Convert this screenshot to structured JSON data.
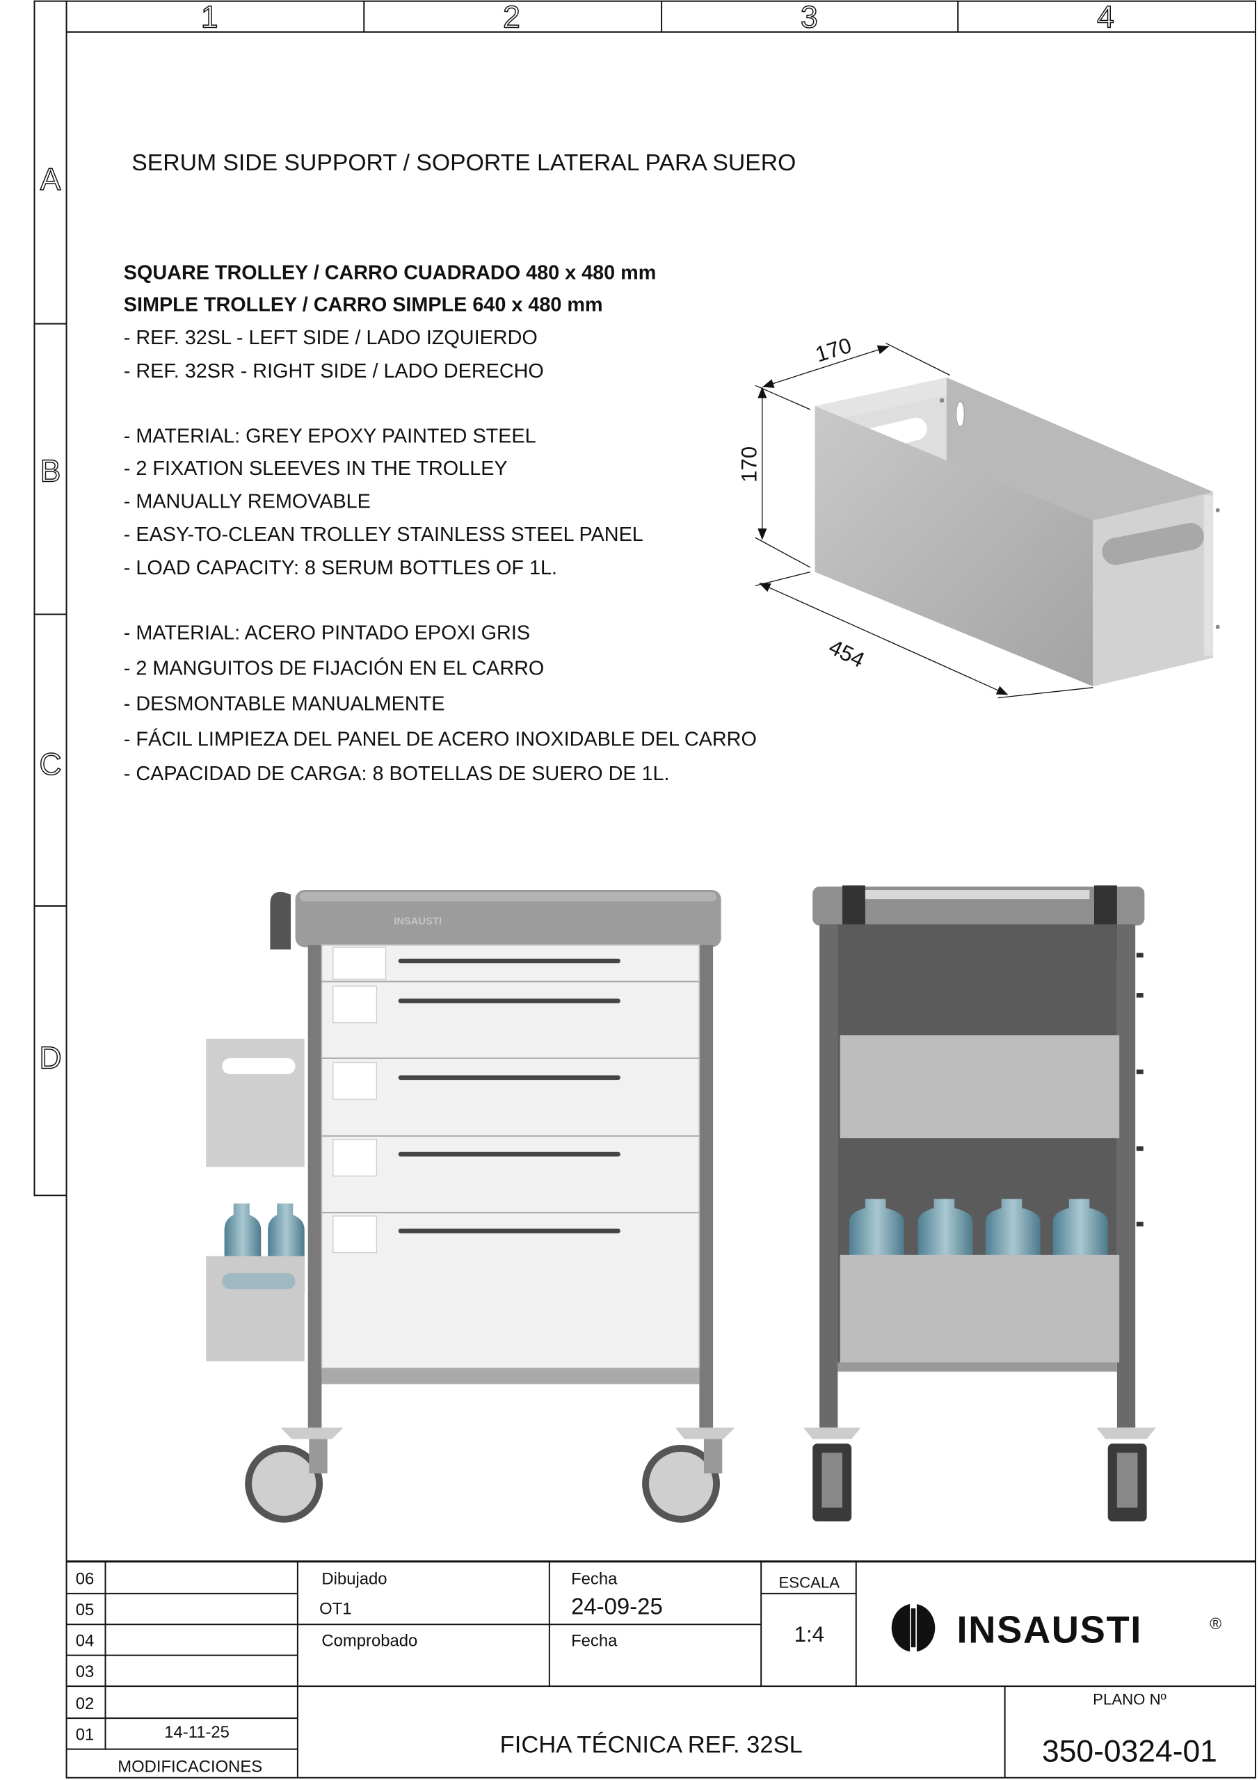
{
  "frame": {
    "columns": [
      "1",
      "2",
      "3",
      "4"
    ],
    "rows": [
      "A",
      "B",
      "C",
      "D"
    ]
  },
  "title": "SERUM SIDE SUPPORT / SOPORTE LATERAL PARA SUERO",
  "specs": {
    "trolleys": [
      "SQUARE TROLLEY / CARRO CUADRADO 480 x 480 mm",
      "SIMPLE TROLLEY / CARRO SIMPLE 640 x 480 mm"
    ],
    "refs": [
      "- REF. 32SL - LEFT SIDE / LADO IZQUIERDO",
      "- REF. 32SR - RIGHT SIDE / LADO DERECHO"
    ],
    "english": [
      "- MATERIAL: GREY EPOXY PAINTED STEEL",
      "- 2 FIXATION SLEEVES IN THE TROLLEY",
      "- MANUALLY REMOVABLE",
      "- EASY-TO-CLEAN TROLLEY STAINLESS STEEL PANEL",
      "- LOAD CAPACITY: 8 SERUM BOTTLES OF 1L."
    ],
    "spanish": [
      "- MATERIAL: ACERO PINTADO EPOXI GRIS",
      "- 2 MANGUITOS DE FIJACIÓN EN EL CARRO",
      "- DESMONTABLE MANUALMENTE",
      "- FÁCIL LIMPIEZA DEL PANEL DE ACERO INOXIDABLE DEL CARRO",
      "- CAPACIDAD DE CARGA: 8 BOTELLAS DE SUERO DE 1L."
    ]
  },
  "dimensions": {
    "width": "170",
    "height": "170",
    "length": "454"
  },
  "trolley_brand_mark": "INSAUSTI",
  "title_block": {
    "revisions": [
      {
        "num": "06",
        "date": ""
      },
      {
        "num": "05",
        "date": ""
      },
      {
        "num": "04",
        "date": ""
      },
      {
        "num": "03",
        "date": ""
      },
      {
        "num": "02",
        "date": ""
      },
      {
        "num": "01",
        "date": "14-11-25"
      }
    ],
    "modifications_label": "MODIFICACIONES",
    "drawn_label": "Dibujado",
    "drawn_by": "OT1",
    "date_label": "Fecha",
    "date_value": "24-09-25",
    "checked_label": "Comprobado",
    "checked_date_label": "Fecha",
    "scale_label": "ESCALA",
    "scale_value": "1:4",
    "logo_text": "INSAUSTI",
    "logo_registered": "®",
    "sheet_title": "FICHA TÉCNICA REF. 32SL",
    "plan_label": "PLANO Nº",
    "plan_number": "350-0324-01"
  },
  "colors": {
    "line": "#111111",
    "steel": "#c8c8c8",
    "frame": "#6e6e6e",
    "drawer": "#f1f1f1"
  }
}
